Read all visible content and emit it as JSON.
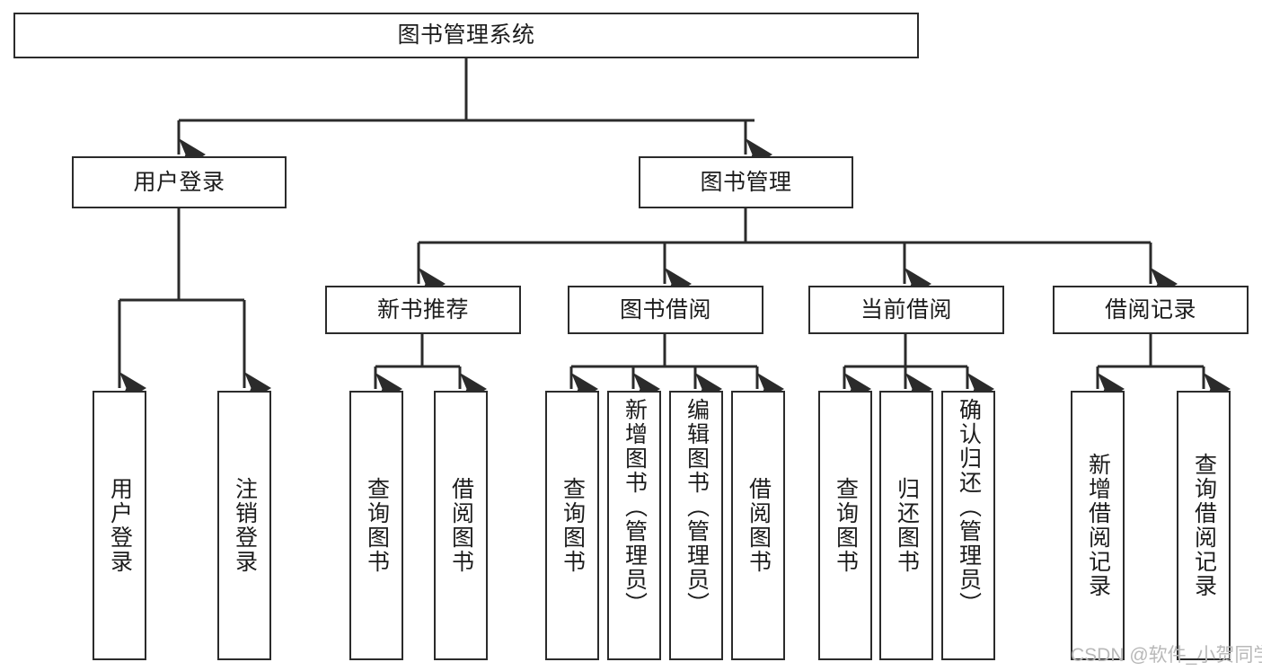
{
  "diagram": {
    "title": "图书管理系统",
    "watermark": "CSDN @软件_小贺同学",
    "line_color": "#2b2b2b",
    "box_fill": "#ffffff",
    "text_color": "#1c1c1c",
    "nodes": {
      "root": {
        "label": "图书管理系统"
      },
      "level2": [
        {
          "id": "user-login",
          "label": "用户登录"
        },
        {
          "id": "book-manage",
          "label": "图书管理"
        }
      ],
      "level3": [
        {
          "id": "new-book-recommend",
          "label": "新书推荐"
        },
        {
          "id": "book-borrow",
          "label": "图书借阅"
        },
        {
          "id": "current-borrow",
          "label": "当前借阅"
        },
        {
          "id": "borrow-record",
          "label": "借阅记录"
        }
      ],
      "leaves": {
        "user_login": [
          {
            "id": "leaf-user-login",
            "label": "用户登录"
          },
          {
            "id": "leaf-logout-login",
            "label": "注销登录"
          }
        ],
        "new_book_recommend": [
          {
            "id": "leaf-query-book-1",
            "label": "查询图书"
          },
          {
            "id": "leaf-borrow-book-1",
            "label": "借阅图书"
          }
        ],
        "book_borrow": [
          {
            "id": "leaf-query-book-2",
            "label": "查询图书"
          },
          {
            "id": "leaf-add-book",
            "label": "新增图书（管理员）"
          },
          {
            "id": "leaf-edit-book",
            "label": "编辑图书（管理员）"
          },
          {
            "id": "leaf-borrow-book-2",
            "label": "借阅图书"
          }
        ],
        "current_borrow": [
          {
            "id": "leaf-query-book-3",
            "label": "查询图书"
          },
          {
            "id": "leaf-return-book",
            "label": "归还图书"
          },
          {
            "id": "leaf-confirm-return",
            "label": "确认归还（管理员）"
          }
        ],
        "borrow_record": [
          {
            "id": "leaf-add-record",
            "label": "新增借阅记录"
          },
          {
            "id": "leaf-query-record",
            "label": "查询借阅记录"
          }
        ]
      }
    }
  }
}
